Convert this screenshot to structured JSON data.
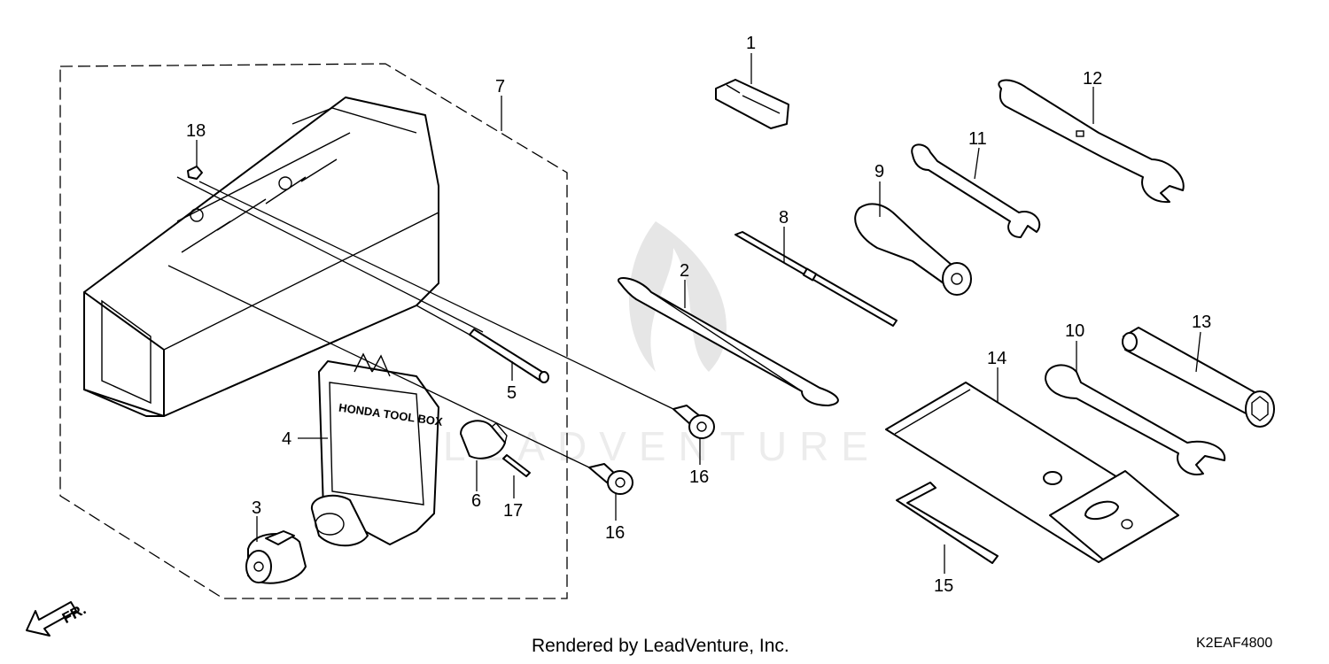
{
  "diagram": {
    "callouts": [
      "1",
      "2",
      "3",
      "4",
      "5",
      "6",
      "7",
      "8",
      "9",
      "10",
      "11",
      "12",
      "13",
      "14",
      "15",
      "16",
      "16",
      "17",
      "18"
    ],
    "direction_marker": "FR.",
    "case_lid_text": "HONDA TOOL BOX",
    "watermark_text": "LEADVENTURE"
  },
  "footer": {
    "credit": "Rendered by LeadVenture, Inc.",
    "diagram_code": "K2EAF4800"
  },
  "colors": {
    "line": "#000000",
    "background": "#ffffff",
    "watermark": "#e6e6e6"
  }
}
